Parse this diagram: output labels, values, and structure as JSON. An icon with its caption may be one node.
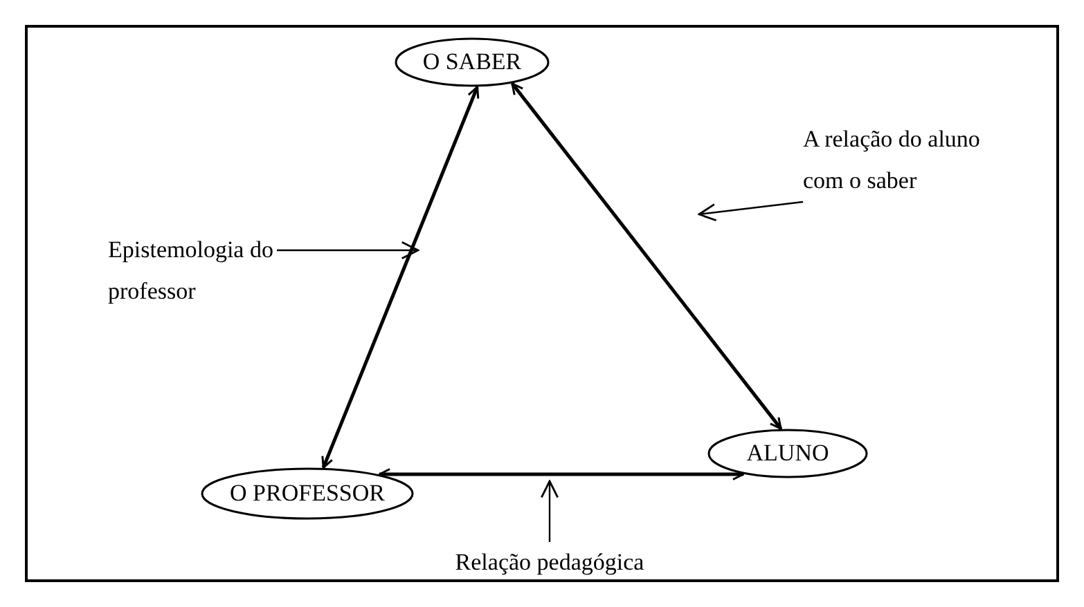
{
  "diagram": {
    "nodes": [
      {
        "text": [
          "O SABER"
        ]
      },
      {
        "text": [
          "O PROFESSOR"
        ]
      },
      {
        "text": [
          "ALUNO"
        ]
      },
      {
        "text": [
          "Epistemologia do professor"
        ]
      },
      {
        "text": [
          "A relação do aluno com o saber"
        ]
      },
      {
        "text": [
          "Relação pedagógica"
        ]
      }
    ],
    "edges": [
      {
        "from": 0,
        "to": 1,
        "arrow": "both"
      },
      {
        "from": 0,
        "to": 2,
        "arrow": "both"
      },
      {
        "from": 1,
        "to": 2,
        "arrow": "both"
      },
      {
        "from": 3,
        "to": null,
        "arrow": "to"
      },
      {
        "from": 4,
        "to": null,
        "arrow": "to"
      },
      {
        "from": 5,
        "to": null,
        "arrow": "to"
      }
    ]
  }
}
